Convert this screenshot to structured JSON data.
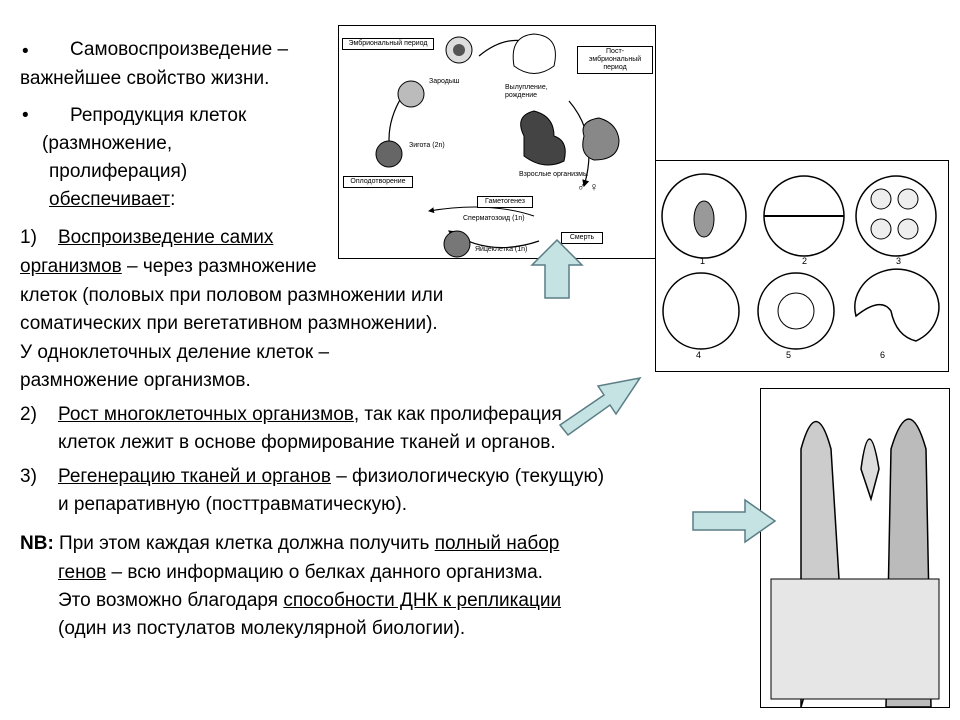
{
  "text": {
    "b1_bullet": "•",
    "b1_line1": "Самовоспроизведение –",
    "b1_line2": "важнейшее свойство жизни.",
    "b2_bullet": "•",
    "b2_line1": "Репродукция клеток",
    "b2_line2": "(размножение,",
    "b2_line3": "пролиферация)",
    "b2_line4_u": "обеспечивает",
    "b2_line4_rest": ":",
    "p1_num": "1)",
    "p1_u1": "Воспроизведение самих",
    "p1_u2": "организмов",
    "p1_rest2": " – через размножение",
    "p1_line3": "клеток (половых при половом размножении или",
    "p1_line4": "соматических при вегетативном размножении).",
    "p1_line5": "У одноклеточных деление клеток –",
    "p1_line6": "размножение организмов.",
    "p2_num": "2)",
    "p2_u": "Рост многоклеточных организмов",
    "p2_rest1": ", так как пролиферация",
    "p2_line2": "клеток лежит в основе формирование тканей и органов.",
    "p3_num": "3)",
    "p3_u": "Регенерацию тканей и органов",
    "p3_rest1": " – физиологическую (текущую)",
    "p3_line2": "и репаративную (посттравматическую).",
    "nb_label": "NB:",
    "nb_rest1": " При этом каждая клетка должна получить ",
    "nb_u1": "полный набор",
    "nb_u2": "генов",
    "nb_rest2": " – всю информацию о белках данного организма.",
    "nb_line3_a": "Это возможно благодаря ",
    "nb_u3": "способности ДНК к репликации",
    "nb_line4": "(один из постулатов молекулярной биологии)."
  },
  "lifecycle": {
    "embryonic": "Эмбриональный период",
    "postembryonic": "Пост-эмбриональный период",
    "embryo": "Зародыш",
    "hatching": "Вылупление, рождение",
    "zygote": "Зигота (2n)",
    "adults": "Взрослые организмы",
    "male_female": "♂  ♀",
    "fertilization": "Оплодотворение",
    "gametogenesis": "Гаметогенез",
    "sperm": "Сперматозоид (1n)",
    "egg": "Яйцеклетка (1n)",
    "death": "Смерть"
  },
  "cleavage": {
    "stages": [
      "1",
      "2",
      "3",
      "4",
      "5",
      "6"
    ]
  },
  "colors": {
    "arrow_fill": "#c6e3e3",
    "arrow_stroke": "#5a7d86"
  }
}
